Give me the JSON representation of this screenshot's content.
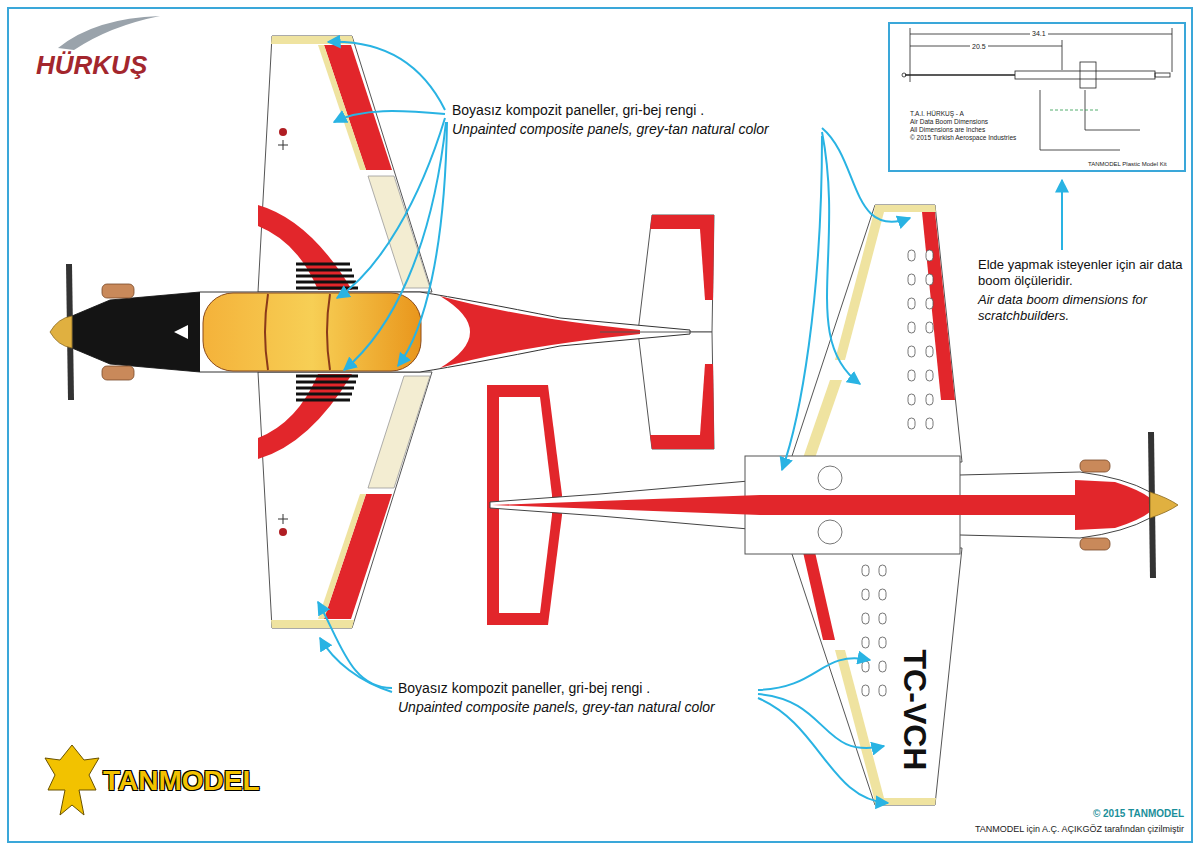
{
  "diagram": {
    "nodes": [
      {
        "text": [
          "34.1",
          "20.5",
          "T.A.I. HÜRKUŞ - A",
          "Air Data Boom Dimensions",
          "All Dimensions are Inches",
          "© 2015 Turkish Aerospace Industries",
          "TANMODEL Plastic Model Kit"
        ]
      }
    ],
    "labels": [
      "HÜRKUŞ",
      "Boyasız kompozit paneller, gri-bej rengi .",
      "Unpainted composite panels, grey-tan natural color",
      "Elde yapmak isteyenler için air data boom ölçüleridir.",
      "Air data boom dimensions for scratchbuilders.",
      "TC-VCH",
      "Boyasız kompozit paneller, gri-bej rengi .",
      "Unpainted composite panels, grey-tan natural color",
      "TANMODEL",
      "© 2015 TANMODEL",
      "TANMODEL için A.Ç. AÇIKGÖZ tarafından çizilmiştir"
    ]
  }
}
